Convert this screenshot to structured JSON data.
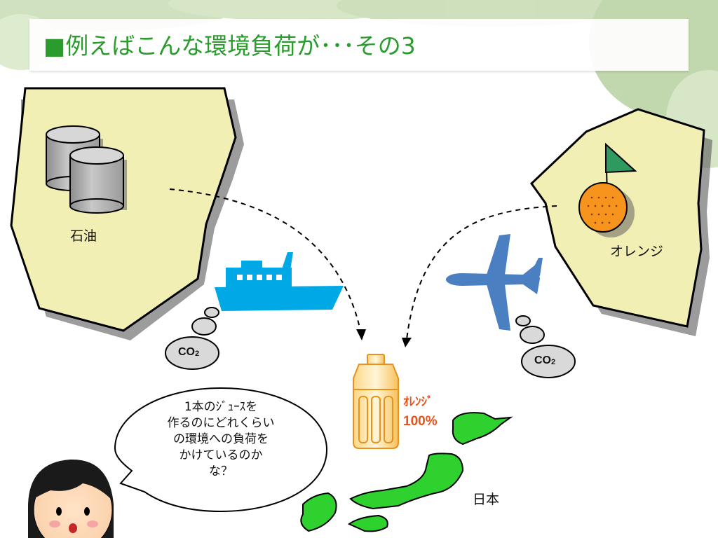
{
  "title": {
    "marker": "■",
    "text": "例えばこんな環境負荷が･･･その3"
  },
  "labels": {
    "oil": "石油",
    "orange_land": "オレンジ",
    "japan": "日本",
    "co2_main": "CO",
    "co2_sub": "2"
  },
  "juice": {
    "name": "ｵﾚﾝｼﾞ",
    "percent": "100%"
  },
  "speech": {
    "lines": [
      "1本のｼﾞｭｰｽを",
      "作るのにどれくらい",
      "の環境への負荷を",
      "かけているのか",
      "な？"
    ]
  },
  "colors": {
    "title": "#2a9b2c",
    "land": "#f1efb4",
    "ship": "#00a8e6",
    "plane": "#4a7fc2",
    "japan": "#2ed12e",
    "orange": "#f7941d",
    "juice_text": "#e8521b",
    "flag": "#2f9a5f"
  }
}
